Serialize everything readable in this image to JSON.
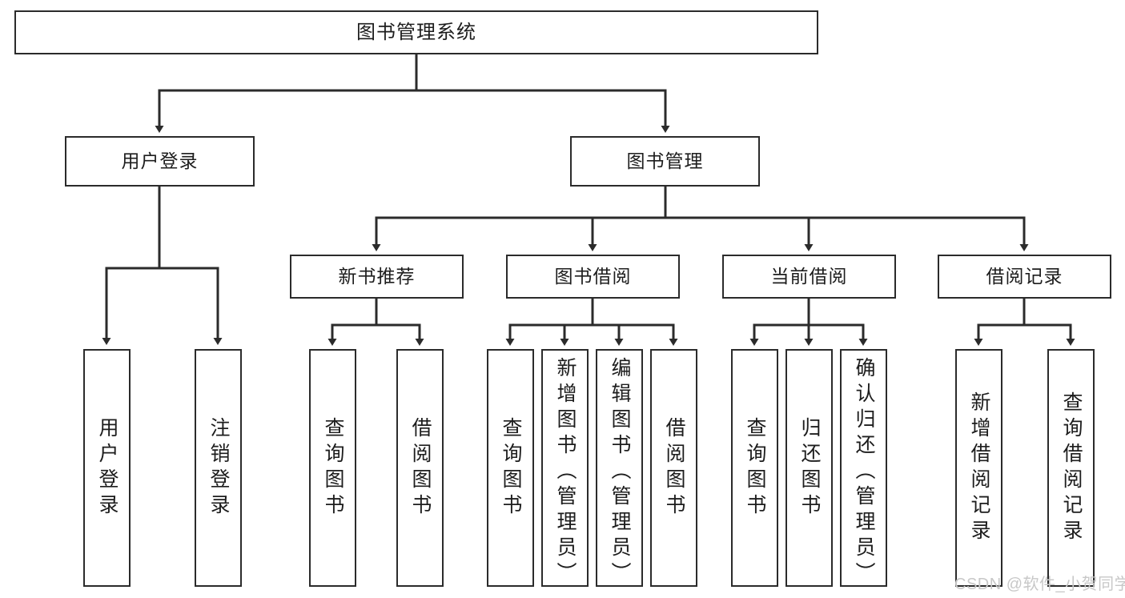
{
  "diagram": {
    "type": "tree-hierarchy",
    "title": "图书管理系统",
    "watermark": "CSDN @软件_小贺同学",
    "colors": {
      "box_border": "#2b2b2b",
      "box_fill": "#ffffff",
      "connector": "#2b2b2b",
      "text": "#1d1d1d",
      "watermark": "#c8c8c8",
      "background": "#ffffff"
    },
    "nodes": {
      "root": {
        "label": "图书管理系统",
        "level": 1
      },
      "n_user_login": {
        "label": "用户登录",
        "level": 2
      },
      "n_book_manage": {
        "label": "图书管理",
        "level": 2
      },
      "n_new_book_rec": {
        "label": "新书推荐",
        "level": 3
      },
      "n_book_borrow": {
        "label": "图书借阅",
        "level": 3
      },
      "n_current_borrow": {
        "label": "当前借阅",
        "level": 3
      },
      "n_borrow_record": {
        "label": "借阅记录",
        "level": 3
      },
      "l_user_login": {
        "label": "用户登录",
        "level": 4
      },
      "l_user_logout": {
        "label": "注销登录",
        "level": 4
      },
      "l_query_book_1": {
        "label": "查询图书",
        "level": 4
      },
      "l_borrow_book_1": {
        "label": "借阅图书",
        "level": 4
      },
      "l_query_book_2": {
        "label": "查询图书",
        "level": 4
      },
      "l_add_book": {
        "label": "新增图书（管理员）",
        "level": 4
      },
      "l_edit_book": {
        "label": "编辑图书（管理员）",
        "level": 4
      },
      "l_borrow_book_2": {
        "label": "借阅图书",
        "level": 4
      },
      "l_query_book_3": {
        "label": "查询图书",
        "level": 4
      },
      "l_return_book": {
        "label": "归还图书",
        "level": 4
      },
      "l_confirm_return": {
        "label": "确认归还（管理员）",
        "level": 4
      },
      "l_add_record": {
        "label": "新增借阅记录",
        "level": 4
      },
      "l_query_record": {
        "label": "查询借阅记录",
        "level": 4
      }
    },
    "edges": [
      {
        "from": "root",
        "to": "n_user_login"
      },
      {
        "from": "root",
        "to": "n_book_manage"
      },
      {
        "from": "n_user_login",
        "to": "l_user_login"
      },
      {
        "from": "n_user_login",
        "to": "l_user_logout"
      },
      {
        "from": "n_book_manage",
        "to": "n_new_book_rec"
      },
      {
        "from": "n_book_manage",
        "to": "n_book_borrow"
      },
      {
        "from": "n_book_manage",
        "to": "n_current_borrow"
      },
      {
        "from": "n_book_manage",
        "to": "n_borrow_record"
      },
      {
        "from": "n_new_book_rec",
        "to": "l_query_book_1"
      },
      {
        "from": "n_new_book_rec",
        "to": "l_borrow_book_1"
      },
      {
        "from": "n_book_borrow",
        "to": "l_query_book_2"
      },
      {
        "from": "n_book_borrow",
        "to": "l_add_book"
      },
      {
        "from": "n_book_borrow",
        "to": "l_edit_book"
      },
      {
        "from": "n_book_borrow",
        "to": "l_borrow_book_2"
      },
      {
        "from": "n_current_borrow",
        "to": "l_query_book_3"
      },
      {
        "from": "n_current_borrow",
        "to": "l_return_book"
      },
      {
        "from": "n_current_borrow",
        "to": "l_confirm_return"
      },
      {
        "from": "n_borrow_record",
        "to": "l_add_record"
      },
      {
        "from": "n_borrow_record",
        "to": "l_query_record"
      }
    ]
  }
}
